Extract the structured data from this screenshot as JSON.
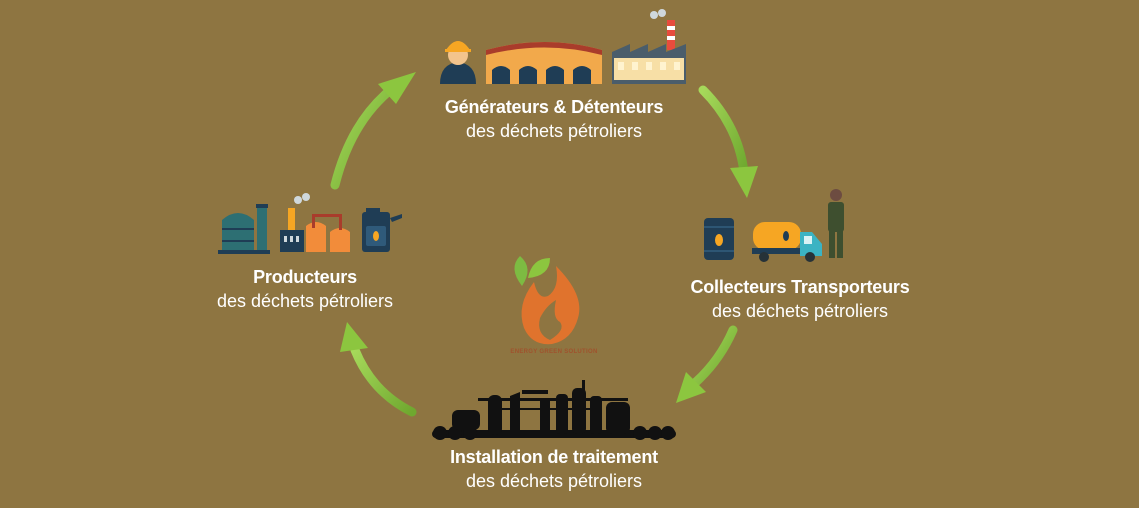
{
  "colors": {
    "background": "#8e7541",
    "arrow": "#8cc63f",
    "text": "#ffffff",
    "flame": "#e0732d",
    "leaf": "#7dbb42"
  },
  "nodes": {
    "top": {
      "title": "Générateurs & Détenteurs",
      "subtitle": "des déchets pétroliers",
      "icons": [
        "worker-icon",
        "warehouse-icon",
        "factory-icon"
      ]
    },
    "right": {
      "title": "Collecteurs Transporteurs",
      "subtitle": "des déchets pétroliers",
      "icons": [
        "oil-barrel-icon",
        "tanker-truck-icon",
        "worker-icon"
      ]
    },
    "bottom": {
      "title": "Installation de traitement",
      "subtitle": "des déchets pétroliers",
      "icons": [
        "treatment-plant-icon"
      ]
    },
    "left": {
      "title": "Producteurs",
      "subtitle": "des déchets pétroliers",
      "icons": [
        "storage-tank-icon",
        "refinery-icon",
        "jerrycan-icon"
      ]
    }
  },
  "logo": {
    "text": "ENERGY GREEN SOLUTION"
  }
}
